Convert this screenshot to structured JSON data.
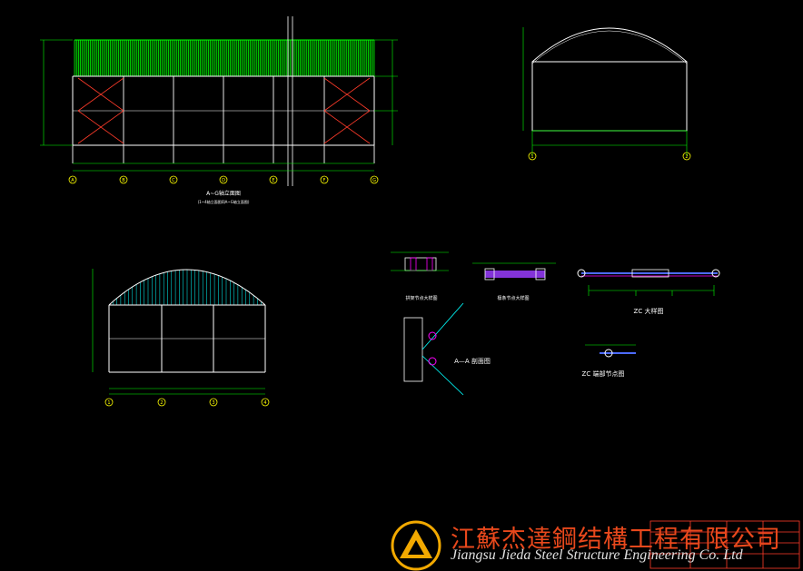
{
  "drawing": {
    "background": "#000000",
    "colors": {
      "green": "#00ff00",
      "white": "#ffffff",
      "cyan": "#00ffff",
      "yellow": "#ffff00",
      "red": "#ff3b2a",
      "magenta": "#ff00ff",
      "blue": "#4d6bff"
    },
    "grid_axes_front": [
      "A",
      "B",
      "C",
      "D",
      "E",
      "F",
      "G"
    ],
    "grid_axes_side": [
      "1",
      "2",
      "3",
      "4"
    ],
    "grid_axes_end": [
      "1",
      "2"
    ],
    "captions": {
      "front_elevation": "A~G轴立面图",
      "front_elevation_sub": "(1~4轴立面图同A~G轴立面图)",
      "rib_detail": "拱架节点大样图",
      "purlin_detail": "檩条节点大样图",
      "zc_detail": "ZC 大样图",
      "aa_section": "A—A 剖面图",
      "zc_end_detail": "ZC 端部节点图"
    }
  },
  "watermark": {
    "company_cn": "江蘇杰達鋼结構工程有限公司",
    "company_en": "Jiangsu Jieda Steel Structure Engineering Co. Ltd",
    "logo_icon": "triangle-logo-icon",
    "logo_color": "#f2a900"
  }
}
